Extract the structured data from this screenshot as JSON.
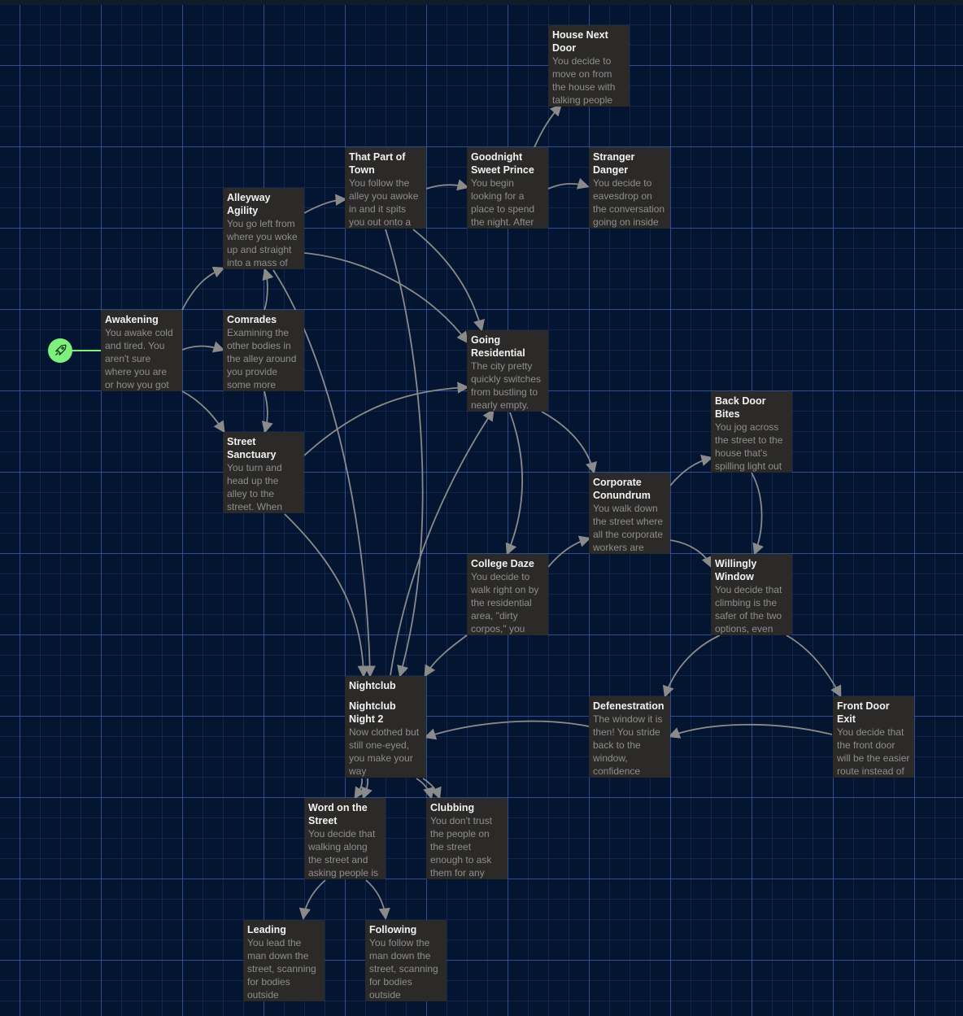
{
  "start_icon": "rocket-icon",
  "passages": [
    {
      "id": "awakening",
      "title": "Awakening",
      "excerpt": "You awake cold and tired. You aren't sure where you are or how you got"
    },
    {
      "id": "alleyway-agility",
      "title": "Alleyway Agility",
      "excerpt": "You go left from where you woke up and straight into a mass of alleys leading"
    },
    {
      "id": "comrades",
      "title": "Comrades",
      "excerpt": "Examining the other bodies in the alley around you provide some more"
    },
    {
      "id": "street-sanctuary",
      "title": "Street Sanctuary",
      "excerpt": "You turn and head up the alley to the street. When you reach the"
    },
    {
      "id": "that-part-of-town",
      "title": "That Part of Town",
      "excerpt": "You follow the alley you awoke in and it spits you out onto a"
    },
    {
      "id": "goodnight-sweet-prince",
      "title": "Goodnight Sweet Prince",
      "excerpt": "You begin looking for a place to spend the night. After"
    },
    {
      "id": "house-next-door",
      "title": "House Next Door",
      "excerpt": "You decide to move on from the house with talking people"
    },
    {
      "id": "stranger-danger",
      "title": "Stranger Danger",
      "excerpt": "You decide to eavesdrop on the conversation going on inside the house. Well,"
    },
    {
      "id": "going-residential",
      "title": "Going Residential",
      "excerpt": "The city pretty quickly switches from bustling to nearly empty."
    },
    {
      "id": "back-door-bites",
      "title": "Back Door Bites",
      "excerpt": "You jog across the street to the house that's spilling light out of its rear. As"
    },
    {
      "id": "corporate-conundrum",
      "title": "Corporate Conundrum",
      "excerpt": "You walk down the street where all the corporate workers are"
    },
    {
      "id": "college-daze",
      "title": "College Daze",
      "excerpt": "You decide to walk right on by the residential area, \"dirty corpos,\" you"
    },
    {
      "id": "willingly-window",
      "title": "Willingly Window",
      "excerpt": "You decide that climbing is the safer of the two options, even"
    },
    {
      "id": "nightclub-night-2",
      "tag": "Nightclub",
      "title": "Nightclub Night 2",
      "excerpt": "Now clothed but still one-eyed, you make your way"
    },
    {
      "id": "defenestration",
      "title": "Defenestration",
      "excerpt": "The window it is then! You stride back to the window, confidence"
    },
    {
      "id": "front-door-exit",
      "title": "Front Door Exit",
      "excerpt": "You decide that the front door will be the easier route instead of"
    },
    {
      "id": "word-on-the-street",
      "title": "Word on the Street",
      "excerpt": "You decide that walking along the street and asking people is"
    },
    {
      "id": "clubbing",
      "title": "Clubbing",
      "excerpt": "You don't trust the people on the street enough to ask them for any"
    },
    {
      "id": "leading",
      "title": "Leading",
      "excerpt": "You lead the man down the street, scanning for bodies outside"
    },
    {
      "id": "following",
      "title": "Following",
      "excerpt": "You follow the man down the street, scanning for bodies outside"
    }
  ]
}
